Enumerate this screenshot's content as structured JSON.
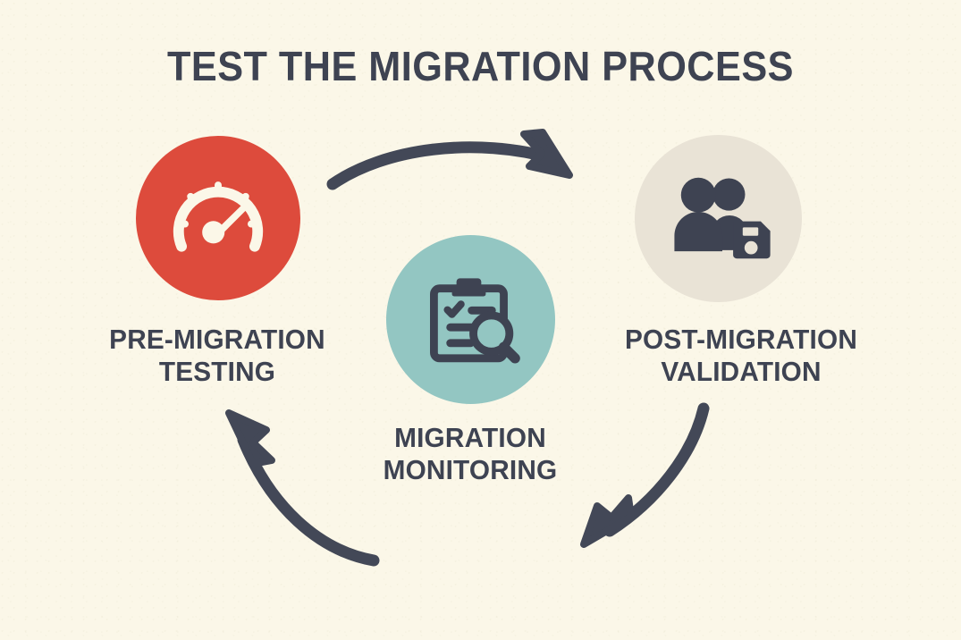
{
  "page": {
    "title": "TEST THE MIGRATION PROCESS",
    "background_color": "#FBF7E8",
    "text_color": "#3E4352",
    "type": "cyclical-process-diagram",
    "step_count": 3
  },
  "colors": {
    "accent_red": "#DD4B3C",
    "accent_teal": "#93C6C2",
    "accent_beige": "#E9E3D6",
    "ink": "#3E4352",
    "icon_light": "#FBF7E8",
    "background": "#FBF7E8"
  },
  "nodes": [
    {
      "id": "pre-migration-testing",
      "label_line1": "PRE-MIGRATION",
      "label_line2": "TESTING",
      "icon": "speedometer-gauge-icon",
      "circle_color": "#DD4B3C",
      "icon_color": "#FBF7E8",
      "order": 1
    },
    {
      "id": "post-migration-validation",
      "label_line1": "POST-MIGRATION",
      "label_line2": "VALIDATION",
      "icon": "users-with-save-disk-icon",
      "circle_color": "#E9E3D6",
      "icon_color": "#3E4352",
      "order": 2
    },
    {
      "id": "migration-monitoring",
      "label_line1": "MIGRATION",
      "label_line2": "MONITORING",
      "icon": "clipboard-checklist-magnifier-icon",
      "circle_color": "#93C6C2",
      "icon_color": "#3E4352",
      "order": 3
    }
  ],
  "arrows": [
    {
      "id": "arrow-pre-to-post",
      "icon": "curved-arrow-right-icon",
      "from": "pre-migration-testing",
      "to": "post-migration-validation",
      "direction": "left-to-right-arc-top",
      "color": "#434857"
    },
    {
      "id": "arrow-post-to-monitoring",
      "icon": "curved-arrow-down-left-icon",
      "from": "post-migration-validation",
      "to": "migration-monitoring",
      "direction": "top-right-to-bottom-left",
      "color": "#434857"
    },
    {
      "id": "arrow-monitoring-to-pre",
      "icon": "curved-arrow-up-left-icon",
      "from": "migration-monitoring",
      "to": "pre-migration-testing",
      "direction": "bottom-right-to-top-left",
      "color": "#434857"
    }
  ]
}
